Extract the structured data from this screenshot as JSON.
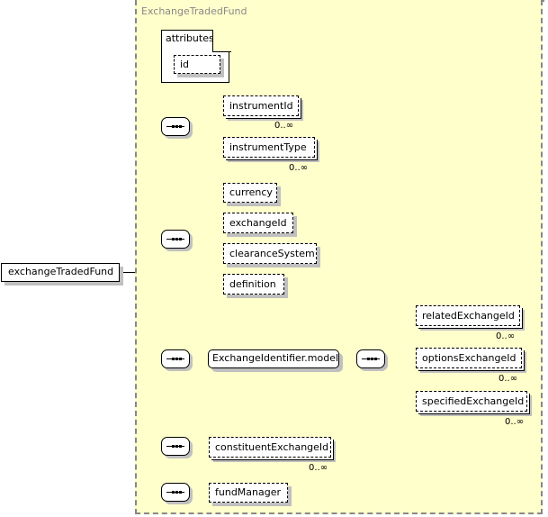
{
  "diagram": {
    "root_element": "exchangeTradedFund",
    "type_name": "ExchangeTradedFund",
    "attributes": {
      "label": "attributes",
      "items": [
        "id"
      ]
    },
    "groups": [
      {
        "compositor": "sequence",
        "children": [
          {
            "name": "instrumentId",
            "cardinality": "0..∞"
          },
          {
            "name": "instrumentType",
            "cardinality": "0..∞"
          }
        ]
      },
      {
        "compositor": "sequence",
        "children": [
          {
            "name": "currency",
            "cardinality": ""
          },
          {
            "name": "exchangeId",
            "cardinality": ""
          },
          {
            "name": "clearanceSystem",
            "cardinality": ""
          },
          {
            "name": "definition",
            "cardinality": ""
          }
        ]
      },
      {
        "compositor": "sequence",
        "model_group": "ExchangeIdentifier.model",
        "model_compositor": "sequence",
        "children": [
          {
            "name": "relatedExchangeId",
            "cardinality": "0..∞"
          },
          {
            "name": "optionsExchangeId",
            "cardinality": "0..∞"
          },
          {
            "name": "specifiedExchangeId",
            "cardinality": "0..∞"
          }
        ]
      },
      {
        "compositor": "sequence",
        "children": [
          {
            "name": "constituentExchangeId",
            "cardinality": "0..∞"
          }
        ]
      },
      {
        "compositor": "sequence",
        "children": [
          {
            "name": "fundManager",
            "cardinality": ""
          }
        ]
      }
    ]
  }
}
